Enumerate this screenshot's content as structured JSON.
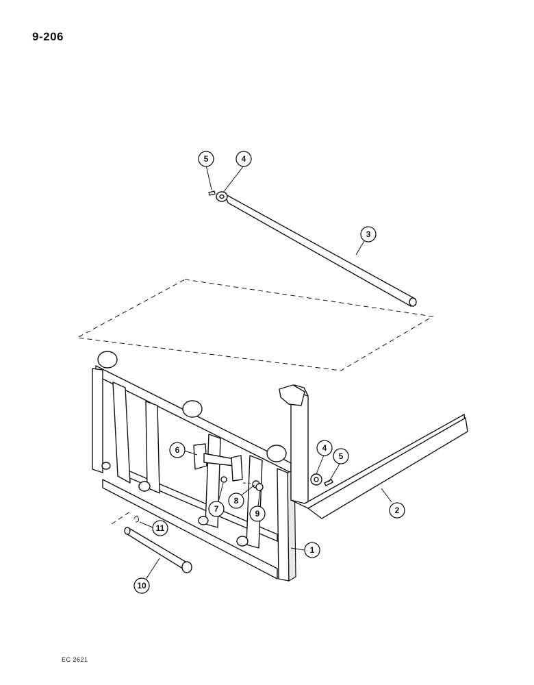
{
  "page": {
    "page_number": "9-206",
    "figure_code": "EC 2621"
  },
  "callouts": [
    {
      "id": "callout-1",
      "label": "1"
    },
    {
      "id": "callout-2",
      "label": "2"
    },
    {
      "id": "callout-3",
      "label": "3"
    },
    {
      "id": "callout-4a",
      "label": "4"
    },
    {
      "id": "callout-4b",
      "label": "4"
    },
    {
      "id": "callout-5a",
      "label": "5"
    },
    {
      "id": "callout-5b",
      "label": "5"
    },
    {
      "id": "callout-6",
      "label": "6"
    },
    {
      "id": "callout-7",
      "label": "7"
    },
    {
      "id": "callout-8",
      "label": "8"
    },
    {
      "id": "callout-9",
      "label": "9"
    },
    {
      "id": "callout-10",
      "label": "10"
    },
    {
      "id": "callout-11",
      "label": "11"
    }
  ]
}
